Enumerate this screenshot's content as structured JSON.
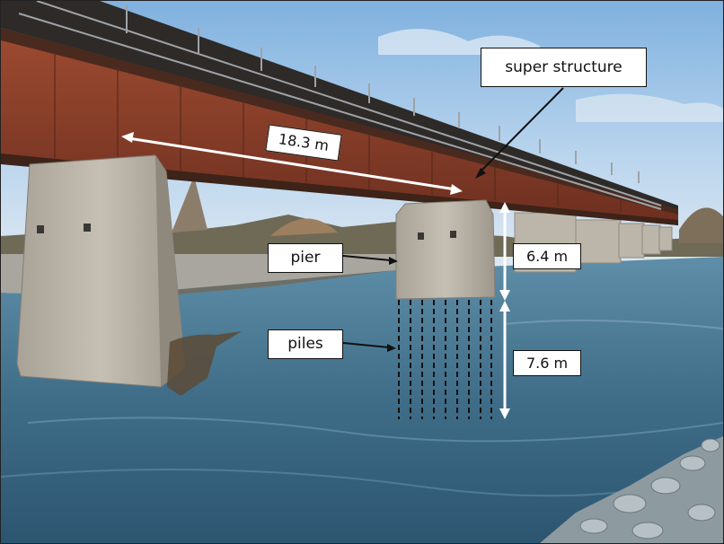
{
  "annotations": {
    "super_structure": "super structure",
    "pier": "pier",
    "piles": "piles",
    "span_length": "18.3 m",
    "pier_height": "6.4 m",
    "pile_depth": "7.6 m"
  },
  "colors": {
    "sky": "#bcd6ee",
    "girder": "#8a3f2a",
    "concrete": "#b9b3a7",
    "water": "#3f6d88"
  }
}
